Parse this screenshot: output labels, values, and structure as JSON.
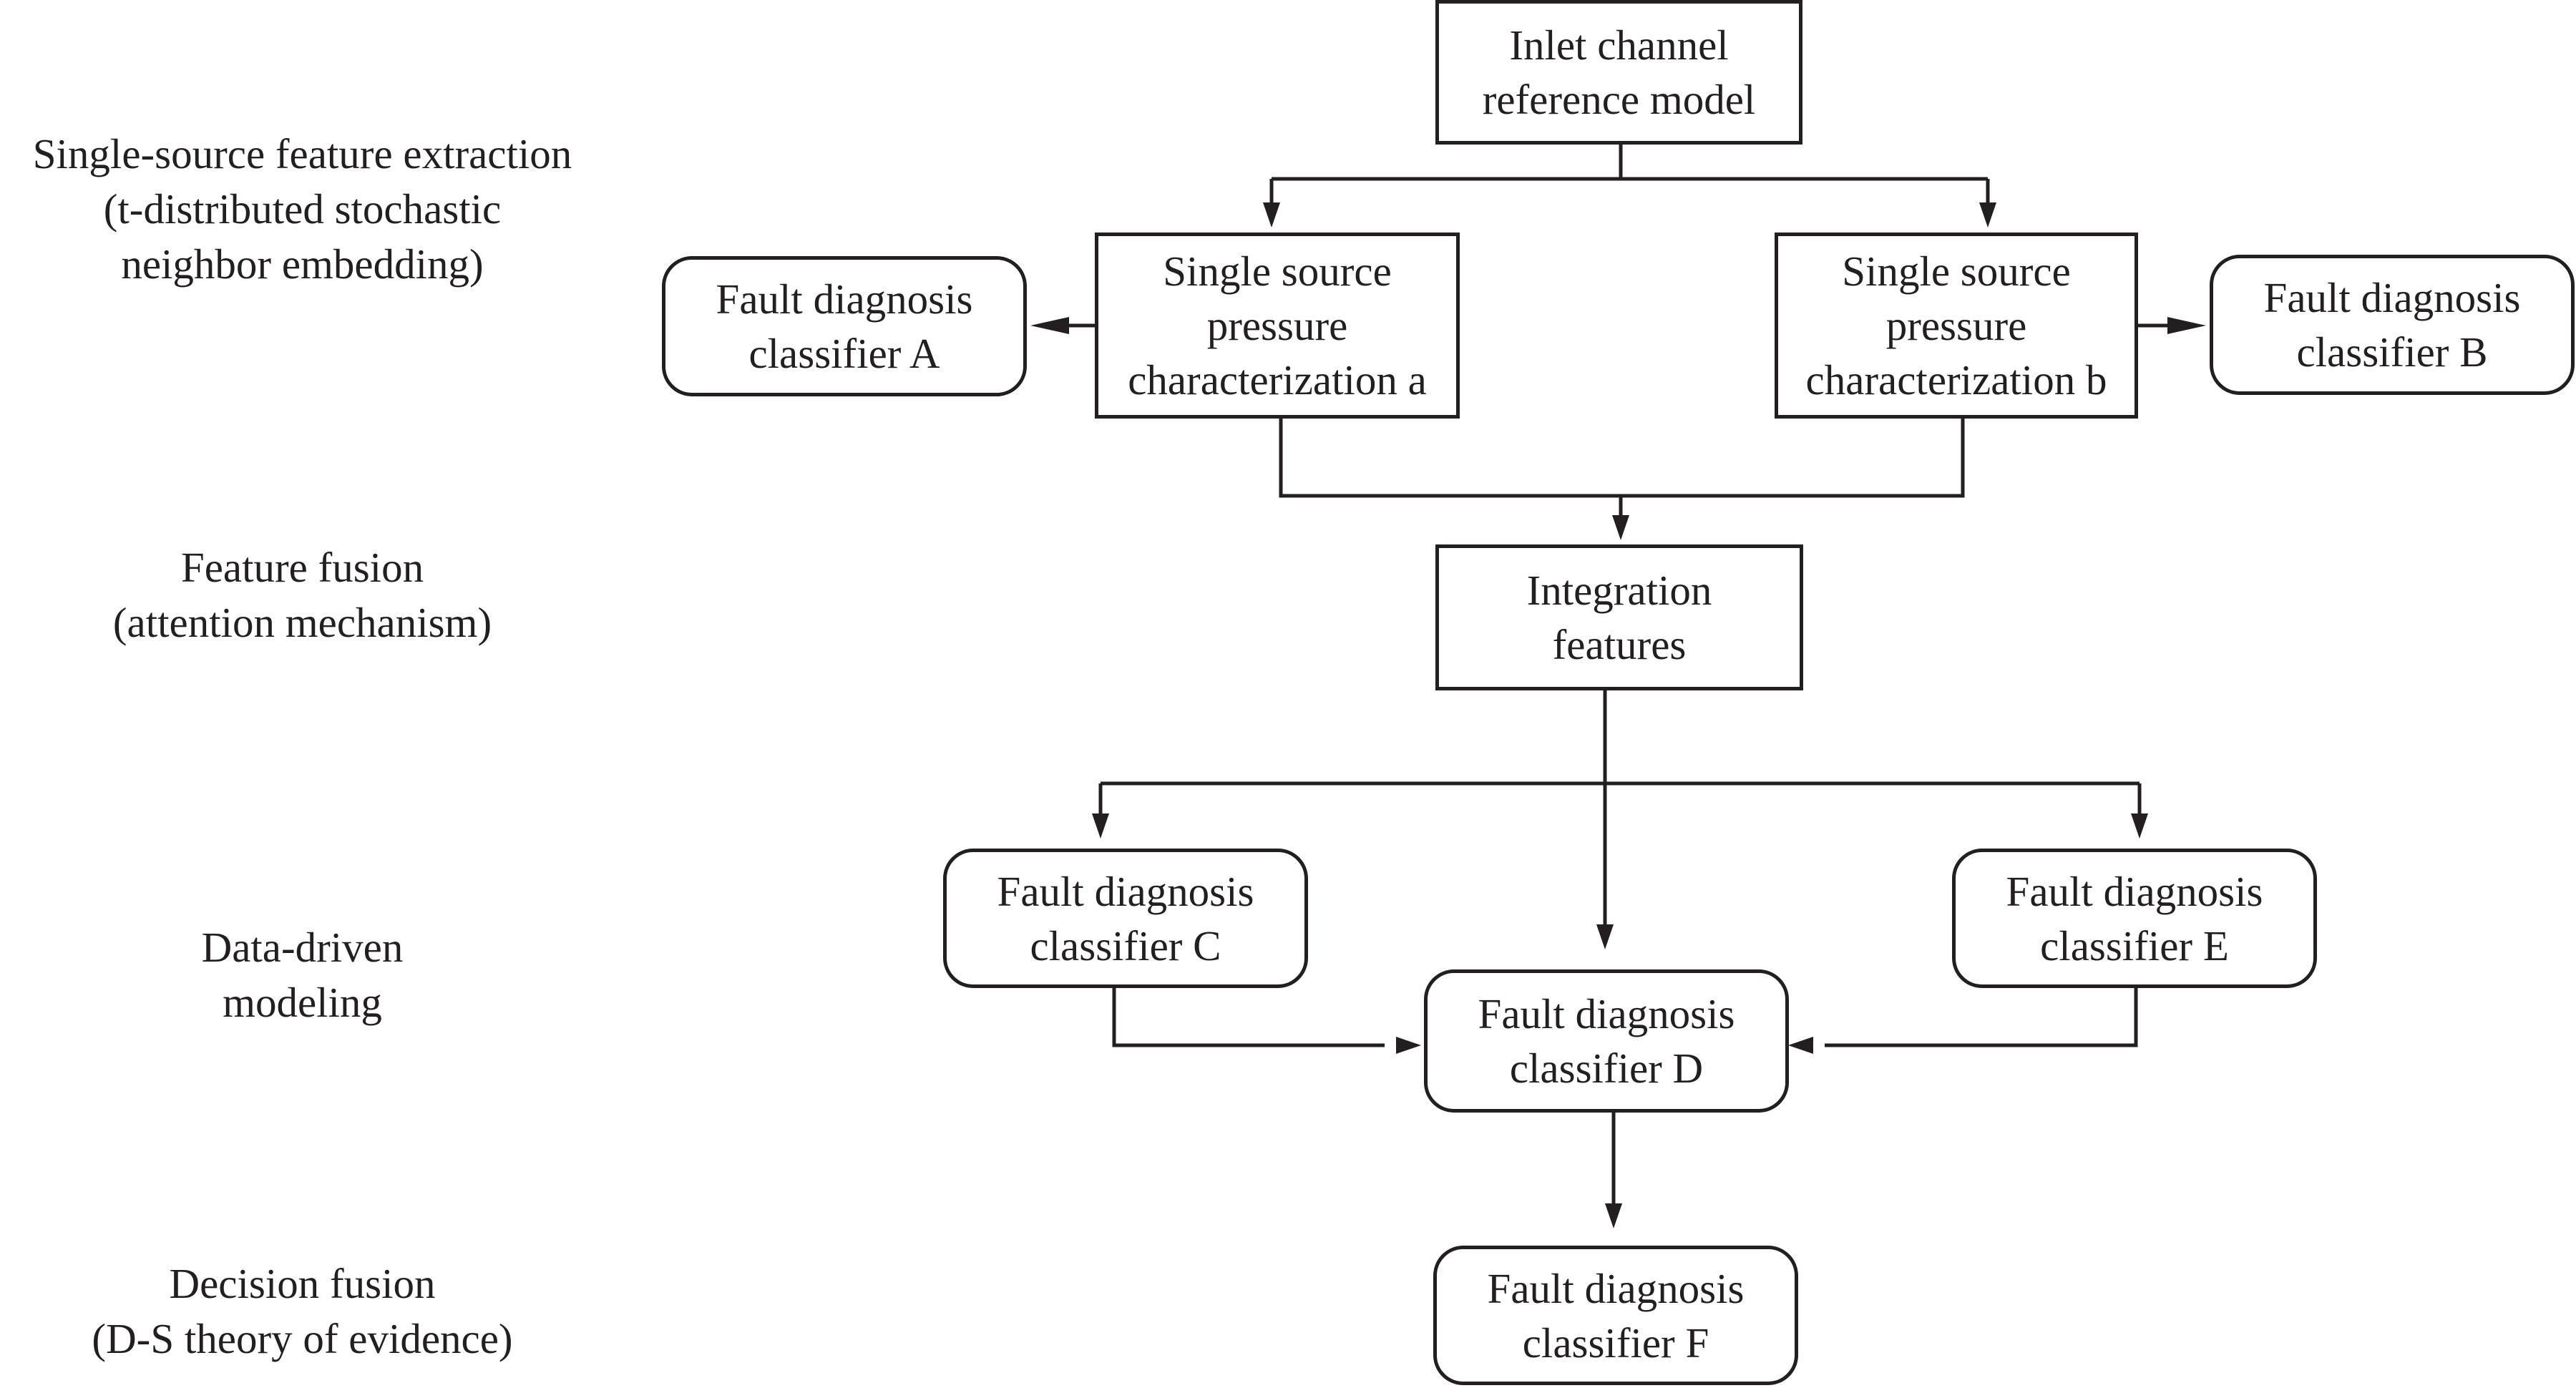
{
  "stages": {
    "single_source": [
      "Single-source feature extraction",
      "(t-distributed stochastic",
      "neighbor embedding)"
    ],
    "feature_fusion": [
      "Feature fusion",
      "(attention mechanism)"
    ],
    "data_driven": [
      "Data-driven",
      "modeling"
    ],
    "decision_fusion": [
      "Decision fusion",
      "(D-S theory of evidence)"
    ]
  },
  "nodes": {
    "inlet_model": [
      "Inlet channel",
      "reference model"
    ],
    "characterization_a": [
      "Single source",
      "pressure",
      "characterization a"
    ],
    "characterization_b": [
      "Single source",
      "pressure",
      "characterization b"
    ],
    "classifier_a": [
      "Fault diagnosis",
      "classifier A"
    ],
    "classifier_b": [
      "Fault diagnosis",
      "classifier B"
    ],
    "integration_features": [
      "Integration",
      "features"
    ],
    "classifier_c": [
      "Fault diagnosis",
      "classifier C"
    ],
    "classifier_d": [
      "Fault diagnosis",
      "classifier D"
    ],
    "classifier_e": [
      "Fault diagnosis",
      "classifier E"
    ],
    "classifier_f": [
      "Fault diagnosis",
      "classifier F"
    ]
  }
}
